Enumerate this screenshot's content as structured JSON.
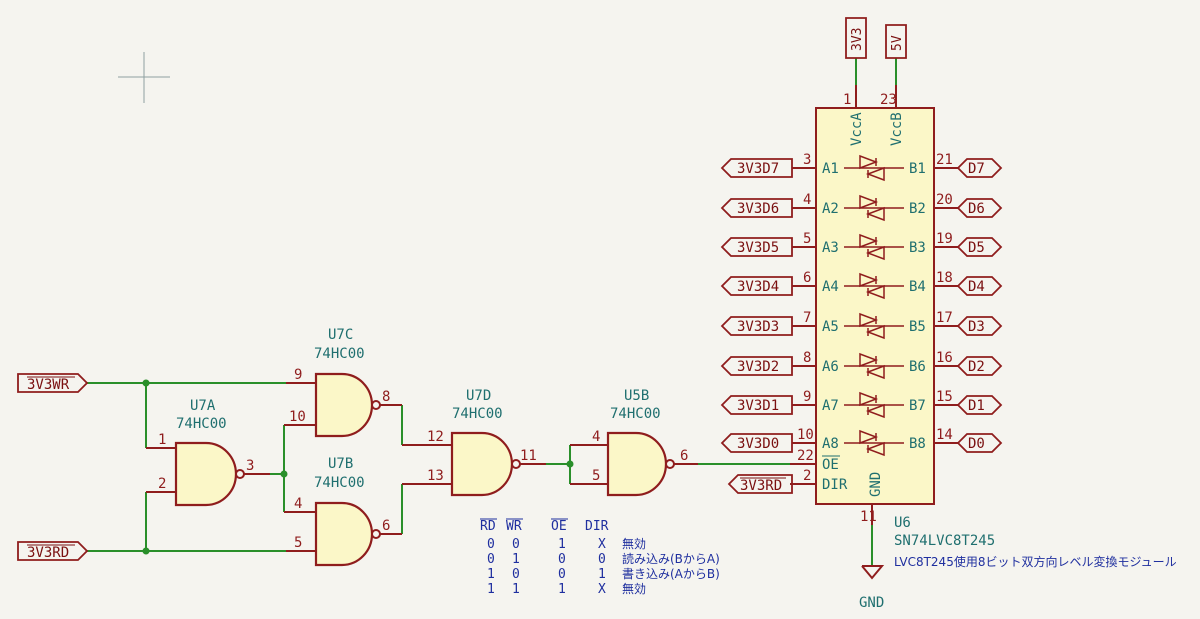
{
  "labels": {
    "wr": "3V3WR",
    "rd": "3V3RD",
    "rd_dir": "3V3RD",
    "a_side": [
      "3V3D7",
      "3V3D6",
      "3V3D5",
      "3V3D4",
      "3V3D3",
      "3V3D2",
      "3V3D1",
      "3V3D0"
    ],
    "b_side": [
      "D7",
      "D6",
      "D5",
      "D4",
      "D3",
      "D2",
      "D1",
      "D0"
    ]
  },
  "power": {
    "v3": "3V3",
    "v5": "5V",
    "gnd": "GND"
  },
  "gates": {
    "u7a": {
      "ref": "U7A",
      "value": "74HC00",
      "in1": "1",
      "in2": "2",
      "out": "3"
    },
    "u7b": {
      "ref": "U7B",
      "value": "74HC00",
      "in1": "4",
      "in2": "5",
      "out": "6"
    },
    "u7c": {
      "ref": "U7C",
      "value": "74HC00",
      "in1": "9",
      "in2": "10",
      "out": "8"
    },
    "u7d": {
      "ref": "U7D",
      "value": "74HC00",
      "in1": "12",
      "in2": "13",
      "out": "11"
    },
    "u5b": {
      "ref": "U5B",
      "value": "74HC00",
      "in1": "4",
      "in2": "5",
      "out": "6"
    }
  },
  "u6": {
    "ref": "U6",
    "value": "SN74LVC8T245",
    "description": "LVC8T245使用8ビット双方向レベル変換モジュール",
    "vcca": "VccA",
    "vccb": "VccB",
    "vcca_pin": "1",
    "vccb_pin": "23",
    "gnd_pin": "11",
    "oe_pin": "22",
    "dir_pin": "2",
    "oe": "OE",
    "dir": "DIR",
    "gnd": "GND",
    "a_names": [
      "A1",
      "A2",
      "A3",
      "A4",
      "A5",
      "A6",
      "A7",
      "A8"
    ],
    "b_names": [
      "B1",
      "B2",
      "B3",
      "B4",
      "B5",
      "B6",
      "B7",
      "B8"
    ],
    "a_pins": [
      "3",
      "4",
      "5",
      "6",
      "7",
      "8",
      "9",
      "10"
    ],
    "b_pins": [
      "21",
      "20",
      "19",
      "18",
      "17",
      "16",
      "15",
      "14"
    ]
  },
  "truth_table": {
    "headers": [
      "RD",
      "WR",
      "OE",
      "DIR"
    ],
    "rows": [
      {
        "rd": "0",
        "wr": "0",
        "oe": "1",
        "dir": "X",
        "note": "無効"
      },
      {
        "rd": "0",
        "wr": "1",
        "oe": "0",
        "dir": "0",
        "note": "読み込み(BからA)"
      },
      {
        "rd": "1",
        "wr": "0",
        "oe": "0",
        "dir": "1",
        "note": "書き込み(AからB)"
      },
      {
        "rd": "1",
        "wr": "1",
        "oe": "1",
        "dir": "X",
        "note": "無効"
      }
    ]
  }
}
